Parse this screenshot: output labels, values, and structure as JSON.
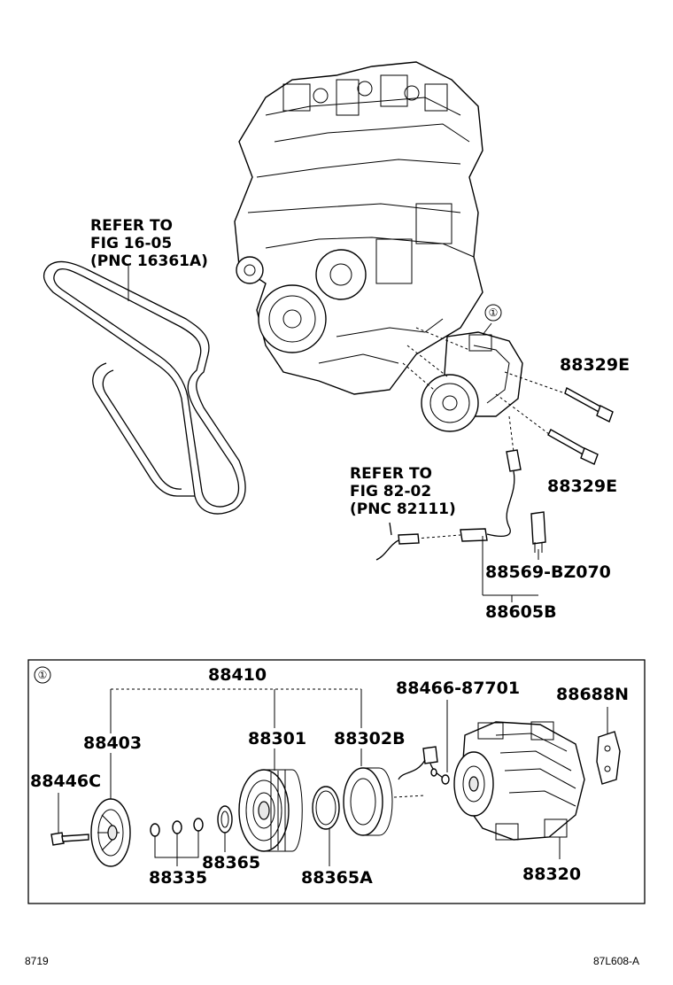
{
  "refer_belt": {
    "line1": "REFER TO",
    "line2": "FIG 16-05",
    "line3": "(PNC 16361A)"
  },
  "refer_harness": {
    "line1": "REFER TO",
    "line2": "FIG 82-02",
    "line3": "(PNC 82111)"
  },
  "callout_marker": "①",
  "upper_parts": {
    "bolt_top": "88329E",
    "bolt_bottom": "88329E",
    "connector": "88569-BZ070",
    "harness": "88605B"
  },
  "lower_parts": {
    "marker": "①",
    "clutch_assy": "88410",
    "hub": "88403",
    "pulley": "88301",
    "stator": "88302B",
    "bolt": "88446C",
    "shims": "88335",
    "snap_ring_a": "88365",
    "snap_ring_b": "88365A",
    "switch": "88466-87701",
    "compressor": "88320",
    "bracket": "88688N"
  },
  "footer": {
    "left": "8719",
    "right": "87L608-A"
  }
}
